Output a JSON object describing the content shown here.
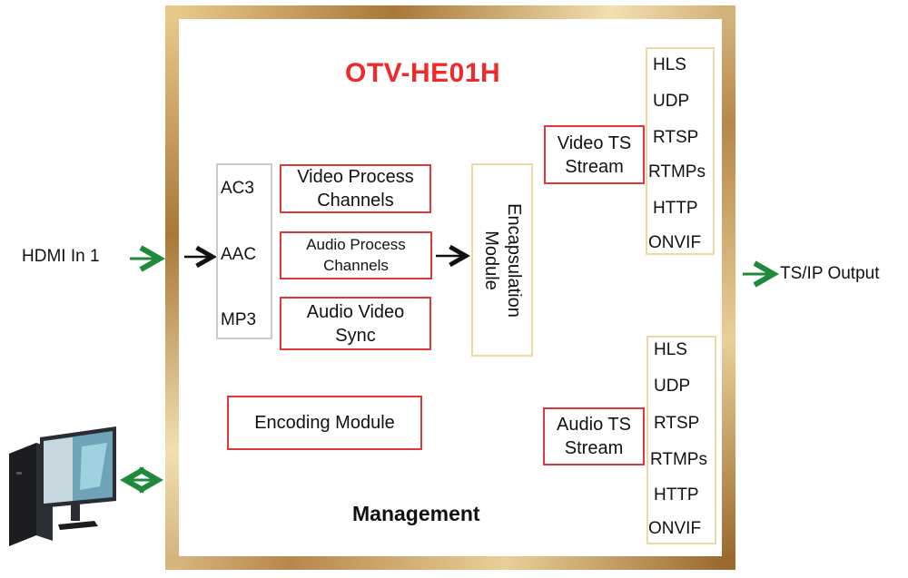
{
  "title": "OTV-HE01H",
  "input_label": "HDMI In 1",
  "output_label": "TS/IP Output",
  "codecs": [
    "AC3",
    "AAC",
    "MP3"
  ],
  "process_boxes": {
    "video": "Video Process Channels",
    "audio": "Audio Process Channels",
    "sync": "Audio Video Sync"
  },
  "encapsulation": "Encapsulation Module",
  "encoding": "Encoding Module",
  "management": "Management",
  "video_ts": "Video TS Stream",
  "audio_ts": "Audio TS Stream",
  "video_protocols": [
    "HLS",
    "UDP",
    "RTSP",
    "RTMPs",
    "HTTP",
    "ONVIF"
  ],
  "audio_protocols": [
    "HLS",
    "UDP",
    "RTSP",
    "RTMPs",
    "HTTP",
    "ONVIF"
  ],
  "colors": {
    "title": "#ee2b2b",
    "box_border": "#e0373a",
    "arrow_green": "#1f8a3a",
    "frame_gold": "#c9a063"
  }
}
